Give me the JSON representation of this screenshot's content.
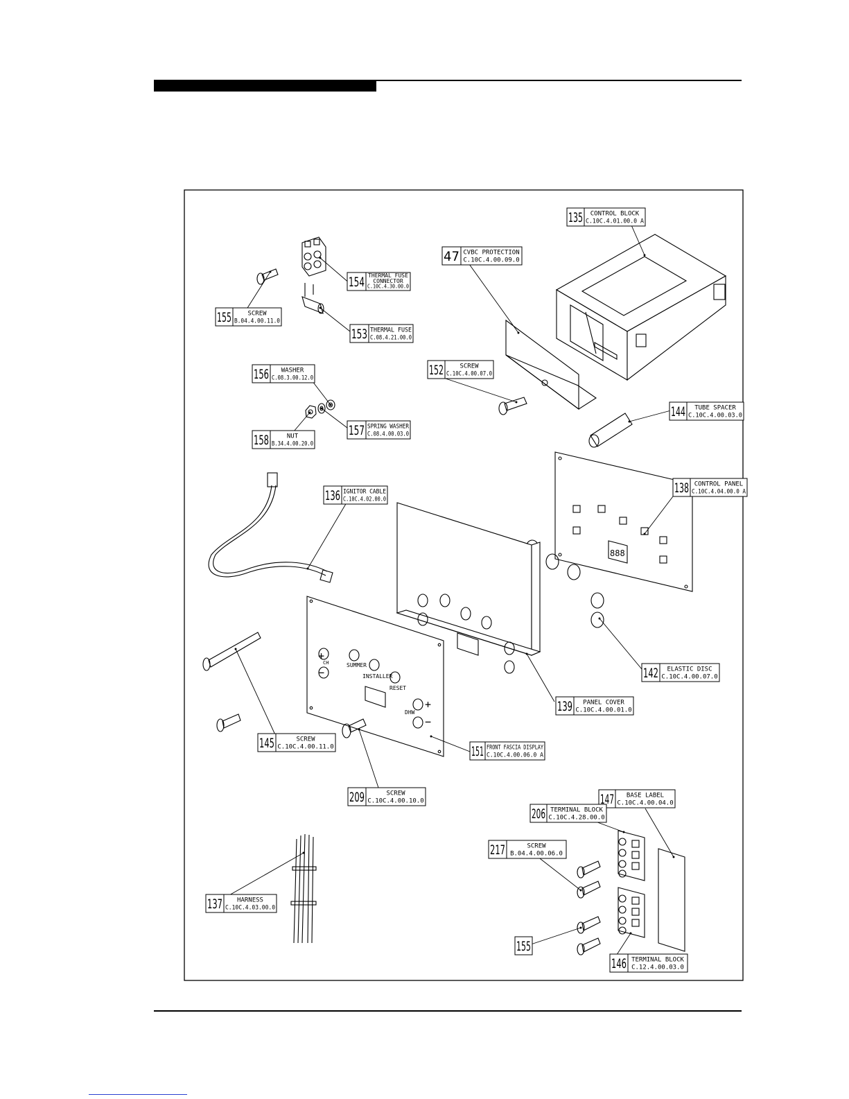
{
  "callouts": [
    {
      "id": "c135",
      "num": "135",
      "name": "CONTROL BLOCK",
      "code": "C.10C.4.01.00.0 A"
    },
    {
      "id": "c47",
      "num": "47",
      "name": "CVBC PROTECTION",
      "code": "C.10C.4.00.09.0"
    },
    {
      "id": "c154",
      "num": "154",
      "name": "THERMAL FUSE",
      "name2": "CONNECTOR",
      "code": "C.10C.4.30.00.0"
    },
    {
      "id": "c155a",
      "num": "155",
      "name": "SCREW",
      "code": "B.04.4.00.11.0"
    },
    {
      "id": "c153",
      "num": "153",
      "name": "THERMAL FUSE",
      "code": "C.08.4.21.00.0"
    },
    {
      "id": "c156",
      "num": "156",
      "name": "WASHER",
      "code": "C.08.3.00.12.0"
    },
    {
      "id": "c152",
      "num": "152",
      "name": "SCREW",
      "code": "C.10C.4.00.07.0"
    },
    {
      "id": "c144",
      "num": "144",
      "name": "TUBE SPACER",
      "code": "C.10C.4.00.03.0"
    },
    {
      "id": "c157",
      "num": "157",
      "name": "SPRING WASHER",
      "code": "C.08.4.00.03.0"
    },
    {
      "id": "c158",
      "num": "158",
      "name": "NUT",
      "code": "B.34.4.00.20.0"
    },
    {
      "id": "c136",
      "num": "136",
      "name": "IGNITOR CABLE",
      "code": "C.10C.4.02.00.0"
    },
    {
      "id": "c138",
      "num": "138",
      "name": "CONTROL PANEL",
      "code": "C.10C.4.04.00.0 A"
    },
    {
      "id": "c142",
      "num": "142",
      "name": "ELASTIC DISC",
      "code": "C.10C.4.00.07.0"
    },
    {
      "id": "c139",
      "num": "139",
      "name": "PANEL COVER",
      "code": "C.10C.4.00.01.0"
    },
    {
      "id": "c145",
      "num": "145",
      "name": "SCREW",
      "code": "C.10C.4.00.11.0"
    },
    {
      "id": "c151",
      "num": "151",
      "name": "FRONT FASCIA DISPLAY",
      "code": "C.10C.4.00.06.0 A"
    },
    {
      "id": "c209",
      "num": "209",
      "name": "SCREW",
      "code": "C.10C.4.00.10.0"
    },
    {
      "id": "c147",
      "num": "147",
      "name": "BASE LABEL",
      "code": "C.10C.4.00.04.0"
    },
    {
      "id": "c206",
      "num": "206",
      "name": "TERMINAL BLOCK",
      "code": "C.10C.4.28.00.0"
    },
    {
      "id": "c217",
      "num": "217",
      "name": "SCREW",
      "code": "B.04.4.00.06.0"
    },
    {
      "id": "c137",
      "num": "137",
      "name": "HARNESS",
      "code": "C.10C.4.03.00.0"
    },
    {
      "id": "c155b",
      "num": "155",
      "name": "",
      "code": ""
    },
    {
      "id": "c146",
      "num": "146",
      "name": "TERMINAL BLOCK",
      "code": "C.12.4.00.03.0"
    }
  ],
  "panel_labels": {
    "ch": "CH",
    "summer": "SUMMER",
    "installer": "INSTALLER",
    "reset": "RESET",
    "dhw": "DHW",
    "plus": "+",
    "minus": "−",
    "display": "888"
  }
}
